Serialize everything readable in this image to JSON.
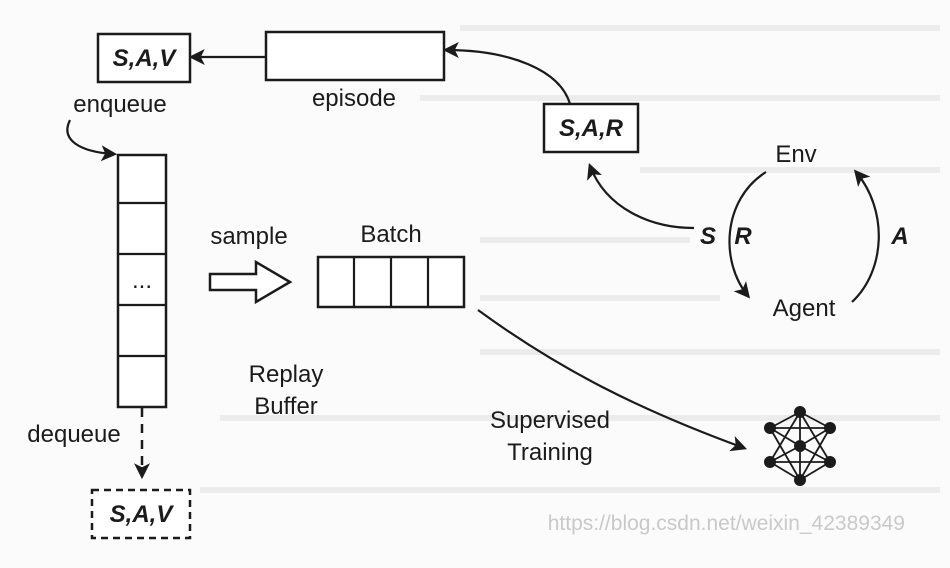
{
  "labels": {
    "sav_top": "S,A,V",
    "episode": "episode",
    "enqueue": "enqueue",
    "sar": "S,A,R",
    "env": "Env",
    "agent": "Agent",
    "s": "S",
    "r": "R",
    "a": "A",
    "sample": "sample",
    "batch": "Batch",
    "ellipsis": "...",
    "replay_line1": "Replay",
    "replay_line2": "Buffer",
    "supervised_line1": "Supervised",
    "supervised_line2": "Training",
    "dequeue": "dequeue",
    "sav_bottom": "S,A,V"
  },
  "watermark": "https://blog.csdn.net/weixin_42389349",
  "icons": {
    "neural_network": "neural-network-icon",
    "sample_arrow": "hollow-right-arrow-icon"
  },
  "colors": {
    "ink": "#1b1b1b",
    "background": "#fbfbfb",
    "watermark": "#c9c9c9"
  }
}
